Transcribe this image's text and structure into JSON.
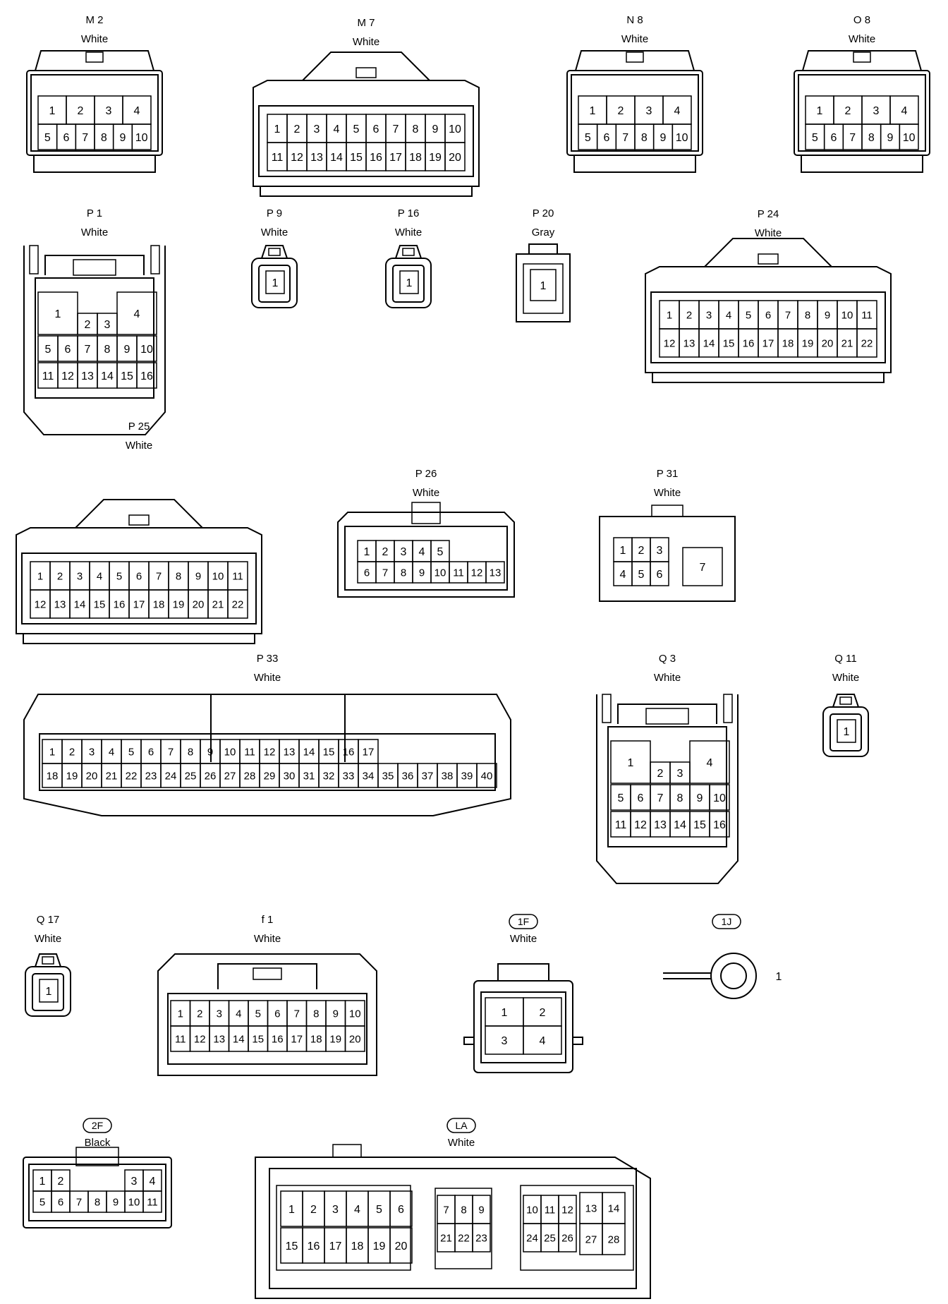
{
  "connectors": [
    {
      "id": "M2",
      "name": "M 2",
      "color": "White",
      "rows": [
        [
          "1",
          "2",
          "3",
          "4"
        ],
        [
          "5",
          "6",
          "7",
          "8",
          "9",
          "10"
        ]
      ]
    },
    {
      "id": "M7",
      "name": "M 7",
      "color": "White",
      "rows": [
        [
          "1",
          "2",
          "3",
          "4",
          "5",
          "6",
          "7",
          "8",
          "9",
          "10"
        ],
        [
          "11",
          "12",
          "13",
          "14",
          "15",
          "16",
          "17",
          "18",
          "19",
          "20"
        ]
      ]
    },
    {
      "id": "N8",
      "name": "N 8",
      "color": "White",
      "rows": [
        [
          "1",
          "2",
          "3",
          "4"
        ],
        [
          "5",
          "6",
          "7",
          "8",
          "9",
          "10"
        ]
      ]
    },
    {
      "id": "O8",
      "name": "O 8",
      "color": "White",
      "rows": [
        [
          "1",
          "2",
          "3",
          "4"
        ],
        [
          "5",
          "6",
          "7",
          "8",
          "9",
          "10"
        ]
      ]
    },
    {
      "id": "P1",
      "name": "P 1",
      "color": "White",
      "rows": [
        [
          "1",
          "2",
          "3",
          "4"
        ],
        [
          "5",
          "6",
          "7",
          "8",
          "9",
          "10"
        ],
        [
          "11",
          "12",
          "13",
          "14",
          "15",
          "16"
        ]
      ]
    },
    {
      "id": "P9",
      "name": "P 9",
      "color": "White",
      "rows": [
        [
          "1"
        ]
      ]
    },
    {
      "id": "P16",
      "name": "P 16",
      "color": "White",
      "rows": [
        [
          "1"
        ]
      ]
    },
    {
      "id": "P20",
      "name": "P 20",
      "color": "Gray",
      "rows": [
        [
          "1"
        ]
      ]
    },
    {
      "id": "P24",
      "name": "P 24",
      "color": "White",
      "rows": [
        [
          "1",
          "2",
          "3",
          "4",
          "5",
          "6",
          "7",
          "8",
          "9",
          "10",
          "11"
        ],
        [
          "12",
          "13",
          "14",
          "15",
          "16",
          "17",
          "18",
          "19",
          "20",
          "21",
          "22"
        ]
      ]
    },
    {
      "id": "P25",
      "name": "P 25",
      "color": "White",
      "rows": [
        [
          "1",
          "2",
          "3",
          "4",
          "5",
          "6",
          "7",
          "8",
          "9",
          "10",
          "11"
        ],
        [
          "12",
          "13",
          "14",
          "15",
          "16",
          "17",
          "18",
          "19",
          "20",
          "21",
          "22"
        ]
      ]
    },
    {
      "id": "P26",
      "name": "P 26",
      "color": "White",
      "rows": [
        [
          "1",
          "2",
          "3",
          "4",
          "5"
        ],
        [
          "6",
          "7",
          "8",
          "9",
          "10",
          "11",
          "12",
          "13"
        ]
      ]
    },
    {
      "id": "P31",
      "name": "P 31",
      "color": "White",
      "rows": [
        [
          "1",
          "2",
          "3"
        ],
        [
          "4",
          "5",
          "6",
          "7"
        ]
      ]
    },
    {
      "id": "P33",
      "name": "P 33",
      "color": "White",
      "rows": [
        [
          "1",
          "2",
          "3",
          "4",
          "5",
          "6",
          "7",
          "8",
          "9",
          "10",
          "11",
          "12",
          "13",
          "14",
          "15",
          "16",
          "17"
        ],
        [
          "18",
          "19",
          "20",
          "21",
          "22",
          "23",
          "24",
          "25",
          "26",
          "27",
          "28",
          "29",
          "30",
          "31",
          "32",
          "33",
          "34",
          "35",
          "36",
          "37",
          "38",
          "39",
          "40"
        ]
      ]
    },
    {
      "id": "Q3",
      "name": "Q 3",
      "color": "White",
      "rows": [
        [
          "1",
          "2",
          "3",
          "4"
        ],
        [
          "5",
          "6",
          "7",
          "8",
          "9",
          "10"
        ],
        [
          "11",
          "12",
          "13",
          "14",
          "15",
          "16"
        ]
      ]
    },
    {
      "id": "Q11",
      "name": "Q 11",
      "color": "White",
      "rows": [
        [
          "1"
        ]
      ]
    },
    {
      "id": "Q17",
      "name": "Q 17",
      "color": "White",
      "rows": [
        [
          "1"
        ]
      ]
    },
    {
      "id": "f1",
      "name": "f 1",
      "color": "White",
      "rows": [
        [
          "1",
          "2",
          "3",
          "4",
          "5",
          "6",
          "7",
          "8",
          "9",
          "10"
        ],
        [
          "11",
          "12",
          "13",
          "14",
          "15",
          "16",
          "17",
          "18",
          "19",
          "20"
        ]
      ]
    },
    {
      "id": "1F",
      "name": "1F",
      "color": "White",
      "rows": [
        [
          "1",
          "2"
        ],
        [
          "3",
          "4"
        ]
      ]
    },
    {
      "id": "1J",
      "name": "1J",
      "color": "",
      "rows": [
        [
          "1"
        ]
      ]
    },
    {
      "id": "2F",
      "name": "2F",
      "color": "Black",
      "rows": [
        [
          "1",
          "2",
          "3",
          "4"
        ],
        [
          "5",
          "6",
          "7",
          "8",
          "9",
          "10",
          "11"
        ]
      ]
    },
    {
      "id": "LA",
      "name": "LA",
      "color": "White",
      "rows": [
        [
          "1",
          "2",
          "3",
          "4",
          "5",
          "6",
          "7",
          "8",
          "9",
          "10",
          "11",
          "12",
          "13",
          "14"
        ],
        [
          "15",
          "16",
          "17",
          "18",
          "19",
          "20",
          "21",
          "22",
          "23",
          "24",
          "25",
          "26",
          "27",
          "28"
        ]
      ]
    }
  ]
}
